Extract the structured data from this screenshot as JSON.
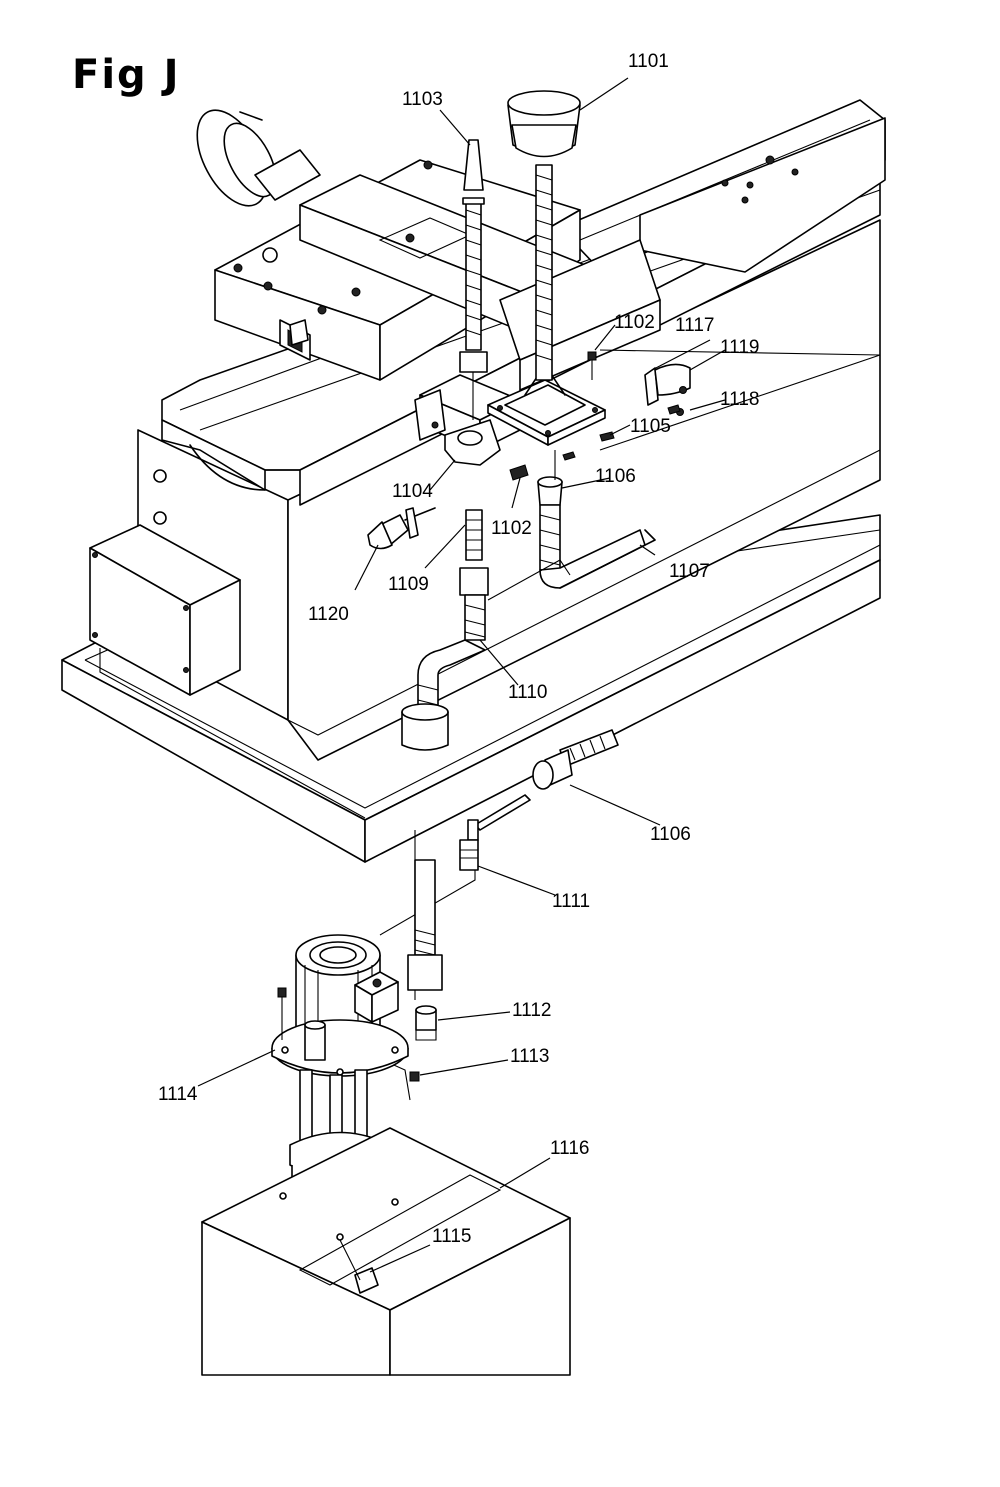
{
  "figure": {
    "title": "Fig J"
  },
  "callouts": [
    {
      "id": "1101",
      "label": "1101"
    },
    {
      "id": "1102a",
      "label": "1102"
    },
    {
      "id": "1102b",
      "label": "1102"
    },
    {
      "id": "1103",
      "label": "1103"
    },
    {
      "id": "1104",
      "label": "1104"
    },
    {
      "id": "1105",
      "label": "1105"
    },
    {
      "id": "1106a",
      "label": "1106"
    },
    {
      "id": "1106b",
      "label": "1106"
    },
    {
      "id": "1107",
      "label": "1107"
    },
    {
      "id": "1109",
      "label": "1109"
    },
    {
      "id": "1110",
      "label": "1110"
    },
    {
      "id": "1111",
      "label": "1111"
    },
    {
      "id": "1112",
      "label": "1112"
    },
    {
      "id": "1113",
      "label": "1113"
    },
    {
      "id": "1114",
      "label": "1114"
    },
    {
      "id": "1115",
      "label": "1115"
    },
    {
      "id": "1116",
      "label": "1116"
    },
    {
      "id": "1117",
      "label": "1117"
    },
    {
      "id": "1118",
      "label": "1118"
    },
    {
      "id": "1119",
      "label": "1119"
    },
    {
      "id": "1120",
      "label": "1120"
    }
  ]
}
